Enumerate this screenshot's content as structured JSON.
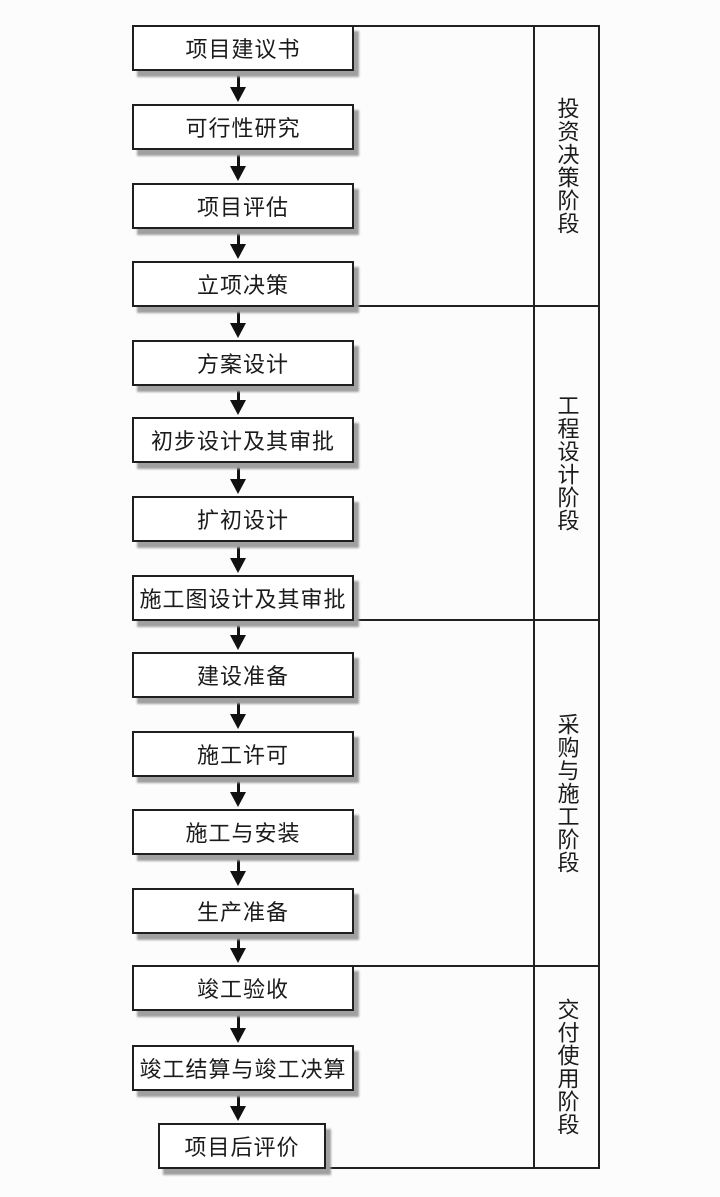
{
  "flowchart": {
    "phases": [
      {
        "label": "投资决策阶段",
        "steps": [
          "项目建议书",
          "可行性研究",
          "项目评估",
          "立项决策"
        ]
      },
      {
        "label": "工程设计阶段",
        "steps": [
          "方案设计",
          "初步设计及其审批",
          "扩初设计",
          "施工图设计及其审批"
        ]
      },
      {
        "label": "采购与施工阶段",
        "steps": [
          "建设准备",
          "施工许可",
          "施工与安装",
          "生产准备"
        ]
      },
      {
        "label": "交付使用阶段",
        "steps": [
          "竣工验收",
          "竣工结算与竣工决算",
          "项目后评价"
        ]
      }
    ]
  },
  "colors": {
    "line": "#212121",
    "box_border": "#1f1f1f",
    "box_fill": "#ffffff",
    "shadow": "#a0a0a0",
    "arrow": "#111111",
    "text": "#1b1b1b",
    "background": "#fcfcfc"
  }
}
